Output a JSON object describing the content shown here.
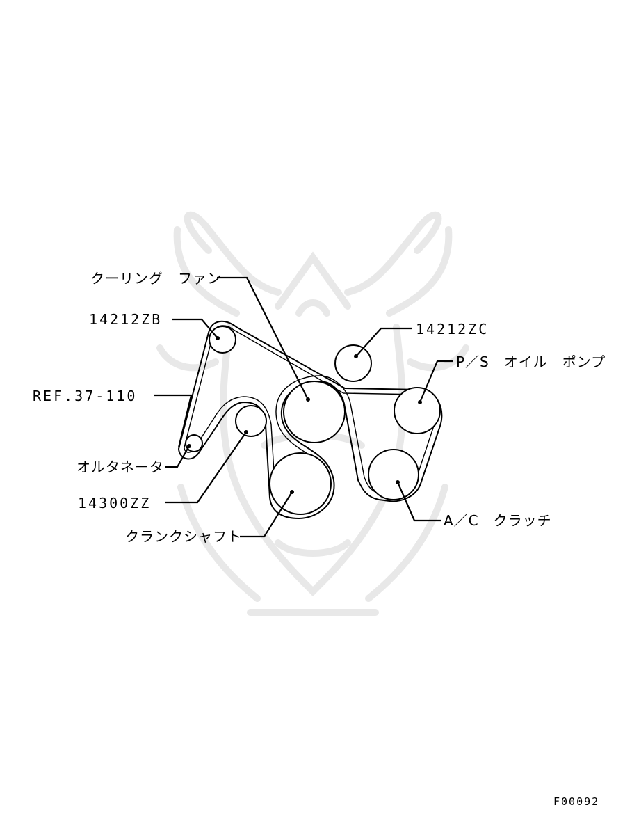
{
  "labels": {
    "cooling_fan": "クーリング　ファン",
    "part_14212zb": "14212ZB",
    "part_14212zc": "14212ZC",
    "ps_oil_pump": "P／S　オイル　ポンプ",
    "ref": "REF.37-110",
    "alternator": "オルタネーター",
    "part_14300zz": "14300ZZ",
    "crankshaft": "クランクシャフト",
    "ac_clutch": "A／C　クラッチ"
  },
  "figure_id": "F00092",
  "watermark": {
    "icon": "samurai-helmet-icon",
    "color": "#e8e8e8"
  }
}
